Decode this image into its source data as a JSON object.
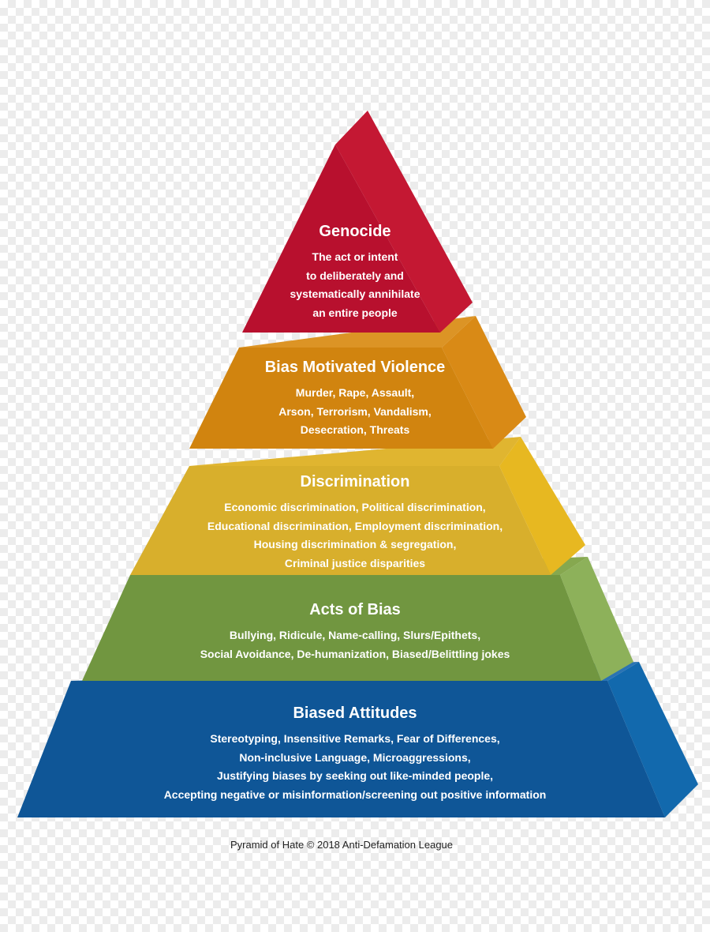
{
  "colors": {
    "genocide": "#b8102e",
    "violence": "#d1840f",
    "discrimination": "#d8af2c",
    "acts_of_bias": "#719640",
    "biased_attitudes": "#0f5697"
  },
  "tiers": [
    {
      "id": "genocide",
      "title": "Genocide",
      "lines": [
        "The act or intent",
        "to deliberately and",
        "systematically annihilate",
        "an entire people"
      ]
    },
    {
      "id": "violence",
      "title": "Bias Motivated Violence",
      "lines": [
        "Murder, Rape, Assault,",
        "Arson, Terrorism, Vandalism,",
        "Desecration, Threats"
      ]
    },
    {
      "id": "discrimination",
      "title": "Discrimination",
      "lines": [
        "Economic discrimination, Political discrimination,",
        "Educational discrimination, Employment discrimination,",
        "Housing discrimination & segregation,",
        "Criminal justice disparities"
      ]
    },
    {
      "id": "acts_of_bias",
      "title": "Acts of Bias",
      "lines": [
        "Bullying, Ridicule, Name-calling, Slurs/Epithets,",
        "Social Avoidance, De-humanization, Biased/Belittling jokes"
      ]
    },
    {
      "id": "biased_attitudes",
      "title": "Biased Attitudes",
      "lines": [
        "Stereotyping, Insensitive Remarks, Fear of Differences,",
        "Non-inclusive Language, Microaggressions,",
        "Justifying biases by seeking out like-minded people,",
        "Accepting negative or misinformation/screening out positive information"
      ]
    }
  ],
  "credit": "Pyramid of Hate © 2018 Anti-Defamation League"
}
